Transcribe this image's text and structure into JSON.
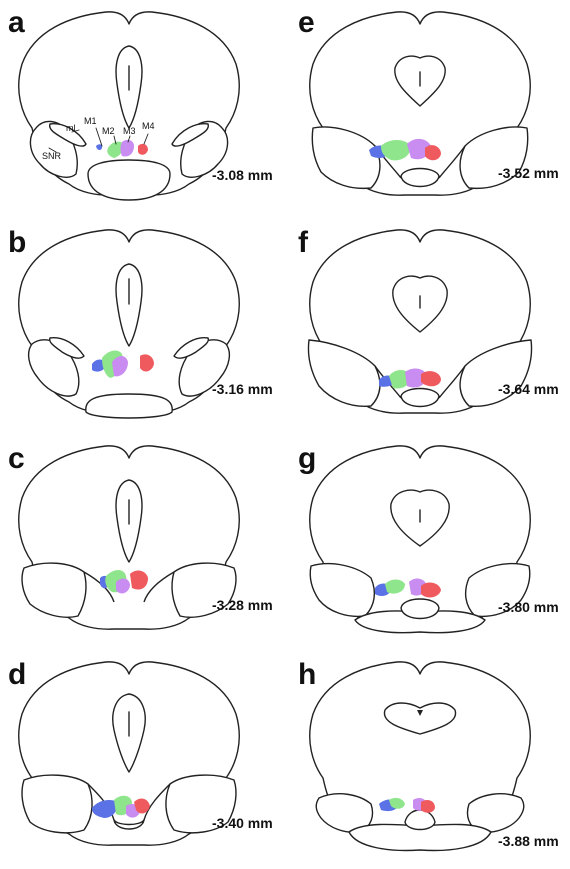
{
  "figure": {
    "panels": [
      {
        "letter": "a",
        "depth": "-3.08 mm"
      },
      {
        "letter": "b",
        "depth": "-3.16 mm"
      },
      {
        "letter": "c",
        "depth": "-3.28 mm"
      },
      {
        "letter": "d",
        "depth": "-3.40 mm"
      },
      {
        "letter": "e",
        "depth": "-3.52 mm"
      },
      {
        "letter": "f",
        "depth": "-3.64 mm"
      },
      {
        "letter": "g",
        "depth": "-3.80 mm"
      },
      {
        "letter": "h",
        "depth": "-3.88 mm"
      }
    ],
    "region_labels": {
      "snr": "SNR",
      "ml": "ml",
      "m1": "M1",
      "m2": "M2",
      "m3": "M3",
      "m4": "M4"
    },
    "region_colors": {
      "M1": "#5b72e6",
      "M2": "#8ee58b",
      "M3": "#c98cf0",
      "M4": "#ef5a5f"
    }
  }
}
